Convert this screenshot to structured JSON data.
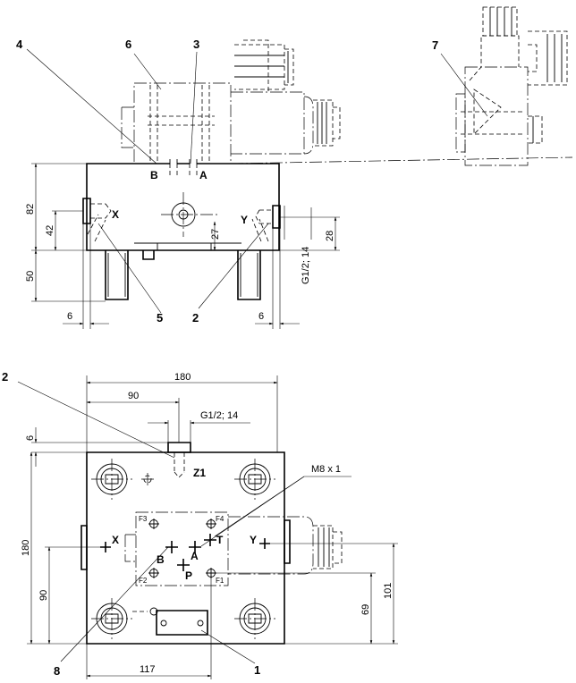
{
  "side_view": {
    "port_labels": {
      "b": "B",
      "a": "A",
      "x": "X",
      "y": "Y"
    },
    "callouts": {
      "c4": "4",
      "c6": "6",
      "c3": "3",
      "c7": "7",
      "c5": "5",
      "c2": "2"
    },
    "dims": {
      "d82": "82",
      "d42": "42",
      "d50": "50",
      "d27": "27",
      "d28": "28",
      "thread": "G1/2; 14",
      "d6_left": "6",
      "d6_right": "6"
    }
  },
  "top_view": {
    "port_labels": {
      "x": "X",
      "y": "Y",
      "t": "T",
      "a": "A",
      "b": "B",
      "p": "P",
      "z1": "Z1",
      "f1": "F1",
      "f2": "F2",
      "f3": "F3",
      "f4": "F4"
    },
    "callouts": {
      "c2": "2",
      "c8": "8",
      "c1": "1"
    },
    "dims": {
      "d180_top": "180",
      "d90_top": "90",
      "thread": "G1/2; 14",
      "d6": "6",
      "d180_left": "180",
      "d90_left": "90",
      "d117": "117",
      "d101": "101",
      "d69": "69",
      "m8": "M8 x 1"
    }
  }
}
